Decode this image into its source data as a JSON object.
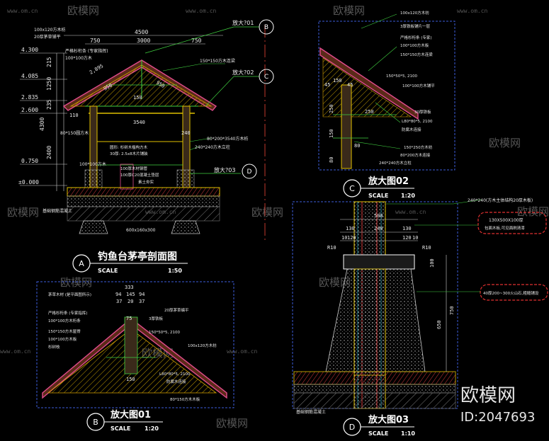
{
  "watermark": {
    "brand": "欧模网",
    "url": "www.om.cn",
    "id_text": "ID:2047693"
  },
  "main_section": {
    "circle": "A",
    "title": "钓鱼台茅亭剖面图",
    "scale_label": "SCALE",
    "scale": "1:50",
    "top_labels": [
      "100x120方木枋",
      "20厚茅草铺平"
    ],
    "dims_top": [
      "4500",
      "3000",
      "750",
      "750"
    ],
    "left_levels": [
      "4.300",
      "4.085",
      "2.835",
      "2.600",
      "0.750",
      "±0.000"
    ],
    "left_dims": [
      "215",
      "1250",
      "235",
      "4300",
      "2400"
    ],
    "roof_dims": [
      "2,895",
      "950",
      "950",
      "150"
    ],
    "mid_dims": [
      "110",
      "3540",
      "240"
    ],
    "notes_left": [
      "严格杉桁条 (专家指挥)",
      "100*100方木",
      "80*150圆方木",
      "100*100方木"
    ],
    "notes_mid": [
      "圆形: 杉树木槛构方木",
      "30厚: 2.5x8木片铺装",
      "100厚木材钢管",
      "100厚C20混凝土垫层",
      "素土夯实"
    ],
    "notes_right": [
      "150*150方木连梁",
      "80*200*3540方木枋",
      "240*240方木立柱"
    ],
    "callout_B": "放大?01",
    "callout_C": "放大?02",
    "callout_D": "放大?03",
    "callout_B_letter": "B",
    "callout_C_letter": "C",
    "callout_D_letter": "D",
    "base_note": "基础钢筋混凝土",
    "base_dim": "600x160x300"
  },
  "detail_B": {
    "circle": "B",
    "title": "放大图01",
    "scale_label": "SCALE",
    "scale": "1:20",
    "dims": [
      "333",
      "94",
      "145",
      "94",
      "37",
      "20",
      "37",
      "75",
      "150"
    ],
    "notes_left": [
      "茅草木材 (是平面图所示)",
      "严格杉桁条 (专家指挥)",
      "100*100方木桁条",
      "150*150方木屋脊",
      "100*100方木板",
      "杉树枝"
    ],
    "notes_right": [
      "20厚茅草编平",
      "3厚铁板",
      "150*50*5, 2100",
      "100x120方木枋"
    ],
    "notes_bottom": [
      "L80*80*5, 2100",
      "防腐木连接",
      "80*150方木木板"
    ]
  },
  "detail_C": {
    "circle": "C",
    "title": "放大图02",
    "scale_label": "SCALE",
    "scale": "1:20",
    "notes": [
      "100x120方木枋",
      "3厚铁板铺片一层",
      "严格杉桁条 (专家)",
      "100*100方木板",
      "150*150方木连梁",
      "150*50*5, 2100",
      "100*100方木铺平",
      "30厚铁板",
      "L80*80*5, 2100",
      "防腐木连接",
      "150*250方木枋",
      "80*200方木连接",
      "240*240方木立柱"
    ],
    "dims": [
      "45",
      "150",
      "45",
      "250",
      "250",
      "150",
      "80",
      "80"
    ]
  },
  "detail_D": {
    "circle": "D",
    "title": "放大图03",
    "scale_label": "SCALE",
    "scale": "1:10",
    "top_note": "240*240(方木主体结构20厚木板)",
    "dims": [
      "500",
      "130",
      "240",
      "130",
      "10",
      "120",
      "120",
      "10",
      "R10",
      "R10",
      "100",
      "650",
      "750"
    ],
    "notes": [
      "130X500X100厚",
      "包面木板,可见面刷清漆",
      "40厚200~300火山石,粗糙铺设"
    ],
    "base_note": "基础钢筋混凝土"
  }
}
